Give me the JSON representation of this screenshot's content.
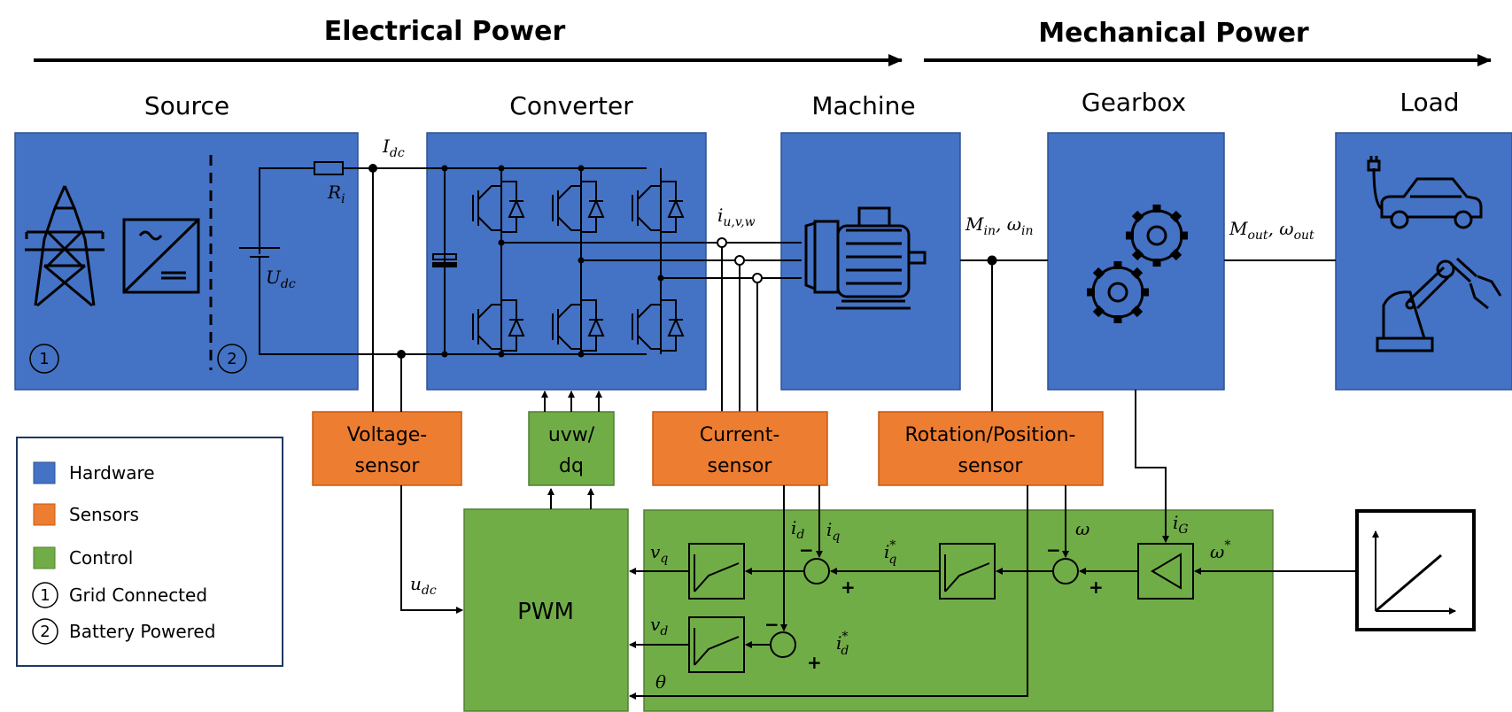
{
  "headers": {
    "electrical": "Electrical Power",
    "mechanical": "Mechanical Power"
  },
  "blocks": {
    "source": "Source",
    "converter": "Converter",
    "machine": "Machine",
    "gearbox": "Gearbox",
    "load": "Load"
  },
  "sensors": {
    "voltage_line1": "Voltage-",
    "voltage_line2": "sensor",
    "current_line1": "Current-",
    "current_line2": "sensor",
    "rotation_line1": "Rotation/Position-",
    "rotation_line2": "sensor",
    "uvw_line1": "uvw/",
    "uvw_line2": "dq",
    "pwm": "PWM"
  },
  "signals": {
    "I": "I",
    "I_sub": "dc",
    "R": "R",
    "R_sub": "i",
    "U": "U",
    "U_sub": "dc",
    "iuvw": "i",
    "iuvw_sub": "u,v,w",
    "M_in": "M",
    "M_in_sub": "in",
    "w_in": ", ω",
    "w_in_sub": "in",
    "M_out": "M",
    "M_out_sub": "out",
    "w_out": ", ω",
    "w_out_sub": "out",
    "u_dc": "u",
    "u_dc_sub": "dc",
    "id": "i",
    "id_sub": "d",
    "iq": "i",
    "iq_sub": "q",
    "iq_star": "i",
    "iq_star_sub": "q",
    "id_star": "i",
    "id_star_sub": "d",
    "vq": "v",
    "vq_sub": "q",
    "vd": "v",
    "vd_sub": "d",
    "omega": "ω",
    "omega_star": "ω",
    "iG": "i",
    "iG_sub": "G",
    "theta": "θ",
    "star": "*",
    "minus": "−",
    "plus": "+"
  },
  "numbers": {
    "one": "1",
    "two": "2"
  },
  "legend": {
    "items": [
      {
        "label": "Hardware",
        "color": "#4472C4"
      },
      {
        "label": "Sensors",
        "color": "#ED7D31"
      },
      {
        "label": "Control",
        "color": "#70AD47"
      },
      {
        "label": "Grid Connected",
        "num": "1"
      },
      {
        "label": "Battery Powered",
        "num": "2"
      }
    ]
  },
  "colors": {
    "hardware": "#4472C4",
    "sensor": "#ED7D31",
    "control": "#70AD47",
    "stroke": "#000000"
  }
}
